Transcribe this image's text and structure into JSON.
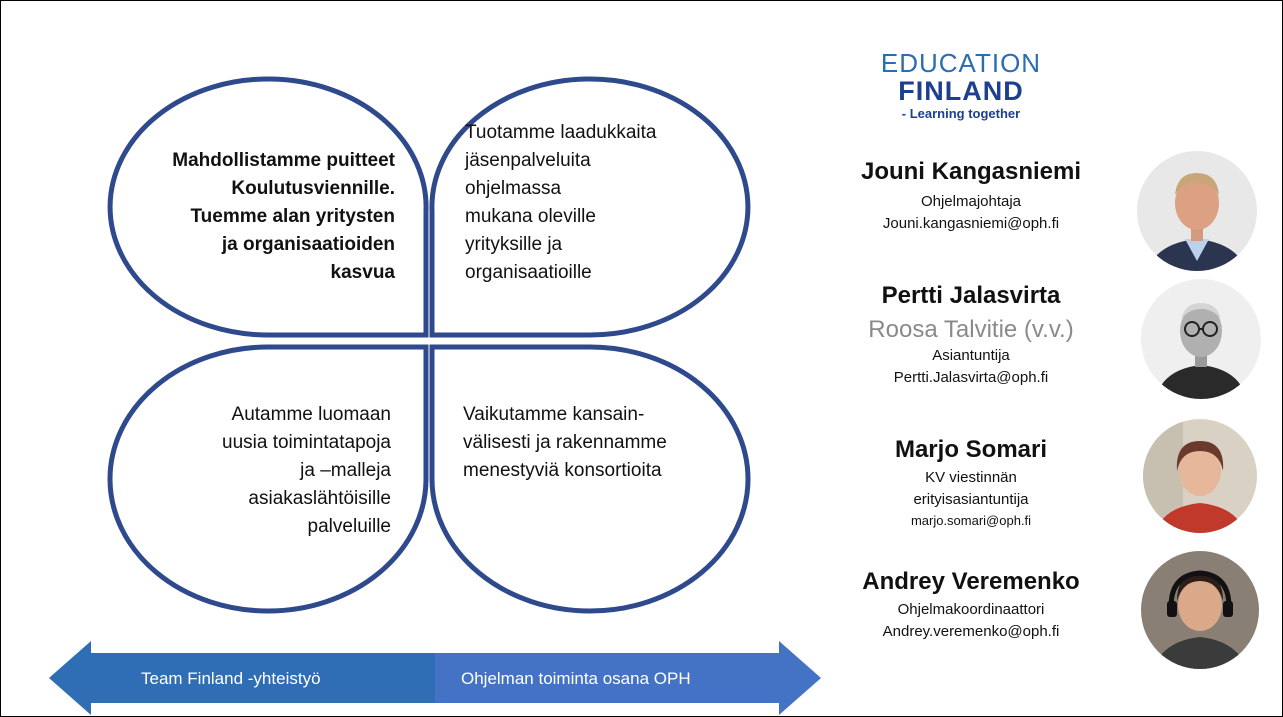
{
  "petals": {
    "top_left": [
      "Mahdollistamme puitteet",
      "Koulutusviennille.",
      "Tuemme alan yritysten",
      "ja organisaatioiden",
      "kasvua"
    ],
    "top_right": [
      "Tuotamme laadukkaita",
      "jäsenpalveluita",
      "ohjelmassa",
      "mukana oleville",
      "yrityksille ja",
      "organisaatioille"
    ],
    "bottom_left": [
      "Autamme luomaan",
      "uusia toimintatapoja",
      "ja –malleja",
      "asiakaslähtöisille",
      "palveluille"
    ],
    "bottom_right": [
      "Vaikutamme kansain-",
      "välisesti ja rakennamme",
      "menestyviä konsortioita"
    ]
  },
  "arrow": {
    "left_label": "Team Finland -yhteistyö",
    "right_label": "Ohjelman toiminta osana OPH",
    "left_color": "#2f6db4",
    "right_color": "#4472c4"
  },
  "logo": {
    "line1": "EDUCATION",
    "line2": "FINLAND",
    "tagline": "- Learning together"
  },
  "people": [
    {
      "name": "Jouni Kangasniemi",
      "role": "Ohjelmajohtaja",
      "email": "Jouni.kangasniemi@oph.fi"
    },
    {
      "name": "Pertti Jalasvirta",
      "alt_name": "Roosa Talvitie (v.v.)",
      "role": "Asiantuntija",
      "email": "Pertti.Jalasvirta@oph.fi"
    },
    {
      "name": "Marjo Somari",
      "role_line1": "KV viestinnän",
      "role_line2": "erityisasiantuntija",
      "email": "marjo.somari@oph.fi"
    },
    {
      "name": "Andrey Veremenko",
      "role": "Ohjelmakoordinaattori",
      "email": "Andrey.veremenko@oph.fi"
    }
  ],
  "colors": {
    "petal_stroke": "#2e4a8c",
    "logo_blue": "#1e3f8f"
  }
}
